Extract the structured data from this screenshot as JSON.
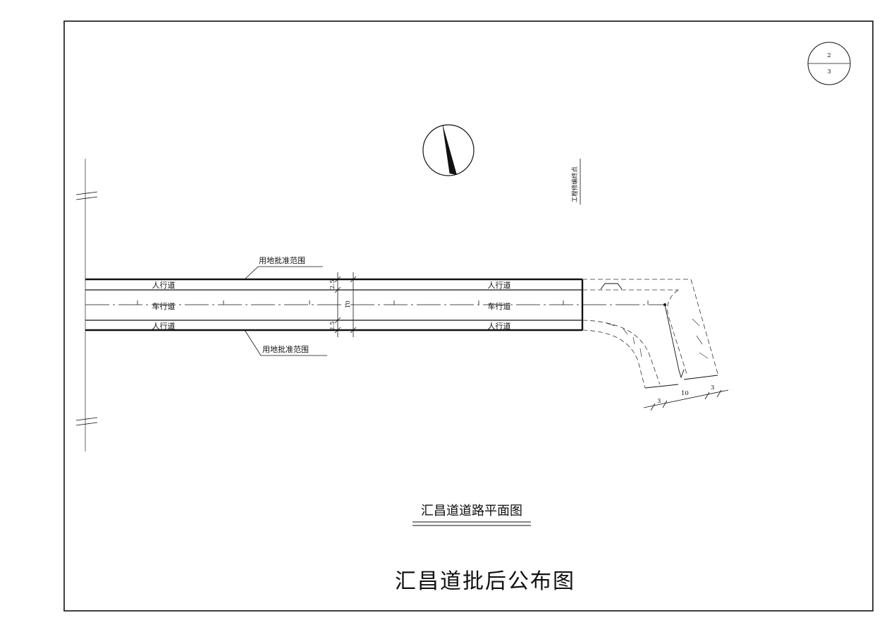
{
  "sheet": {
    "number": "2",
    "total": "3"
  },
  "labels": {
    "boundary_top": "用地批准范围",
    "boundary_bottom": "用地批准范围",
    "sidewalk": "人行道",
    "carriageway": "车行道",
    "engineering_note": "工程修编终点"
  },
  "dimensions": {
    "sidewalk_width": "2.5",
    "road_width": "10",
    "curve_road_width": "10",
    "curve_side_left": "3",
    "curve_side_right": "3"
  },
  "titles": {
    "subtitle": "汇昌道道路平面图",
    "main": "汇昌道批后公布图"
  }
}
